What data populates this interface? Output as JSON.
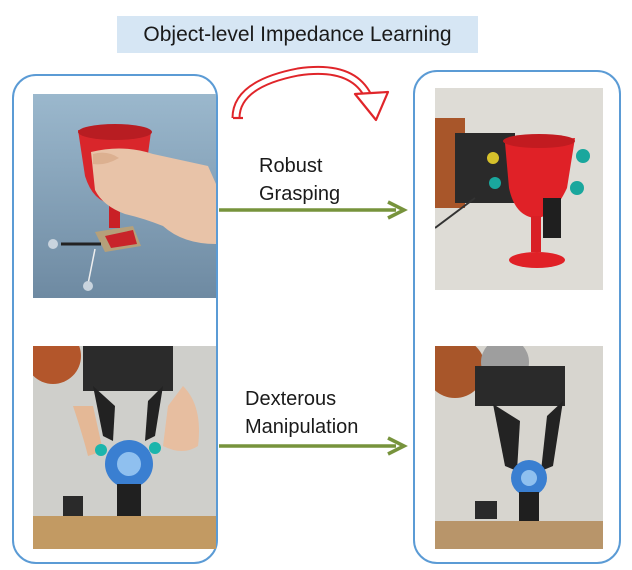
{
  "title": "Object-level Impedance Learning",
  "rows": [
    {
      "label_line1": "Robust",
      "label_line2": "Grasping"
    },
    {
      "label_line1": "Dexterous",
      "label_line2": "Manipulation"
    }
  ],
  "colors": {
    "title_bg": "#d6e6f4",
    "panel_border": "#5b9bd5",
    "arrow_green": "#77933c",
    "curved_arrow_red": "#e0252a"
  },
  "photos": [
    {
      "name": "human-grasping-red-goblet-photo"
    },
    {
      "name": "robot-hand-grasping-red-goblet-photo"
    },
    {
      "name": "human-guiding-robot-hand-lightbulb-photo"
    },
    {
      "name": "robot-hand-manipulating-lightbulb-photo"
    }
  ]
}
